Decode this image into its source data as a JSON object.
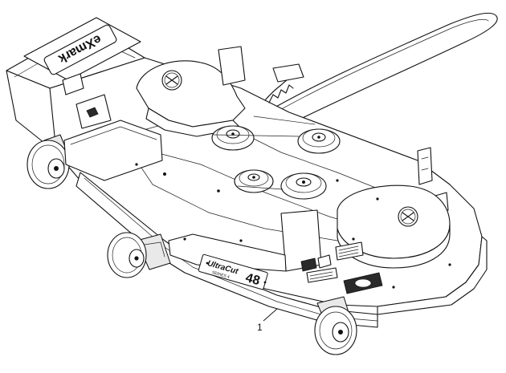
{
  "diagram": {
    "callouts": [
      {
        "number": "1"
      }
    ],
    "brand_logo_text": "eXmark",
    "model_badge_text": "UltraCut",
    "model_badge_subtext": "SERIES 4",
    "model_size_text": "48",
    "logo_symbol": "eXmark-x-logo"
  }
}
